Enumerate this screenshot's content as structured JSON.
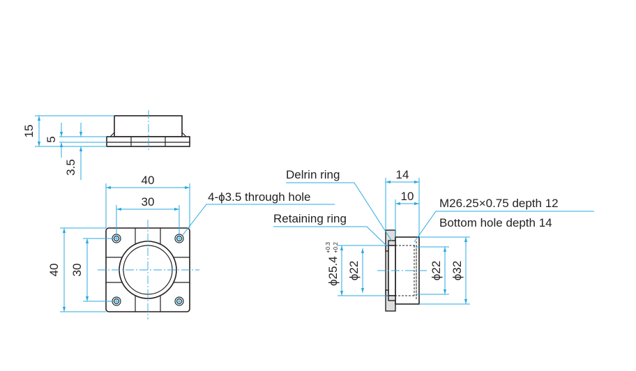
{
  "side_view": {
    "dim_height_total": "15",
    "dim_height_flange": "5",
    "dim_height_base": "3.5"
  },
  "top_view": {
    "dim_width_outer": "40",
    "dim_width_holes": "30",
    "dim_height_outer": "40",
    "dim_height_holes": "30",
    "hole_callout": "4-ϕ3.5 through hole"
  },
  "section_view": {
    "label_delrin": "Delrin ring",
    "label_retaining": "Retaining ring",
    "dim_len_total": "14",
    "dim_len_body": "10",
    "thread_callout": "M26.25×0.75 depth 12",
    "bottom_hole_callout": "Bottom hole depth 14",
    "dim_bore": "ϕ25.4",
    "tol_upper": "+0.3",
    "tol_lower": "+0.2",
    "dim_inner_left": "ϕ22",
    "dim_inner_right": "ϕ22",
    "dim_outer": "ϕ32"
  },
  "colors": {
    "outline": "#231f20",
    "dimension": "#29a9e0",
    "fill": "#dedede"
  }
}
